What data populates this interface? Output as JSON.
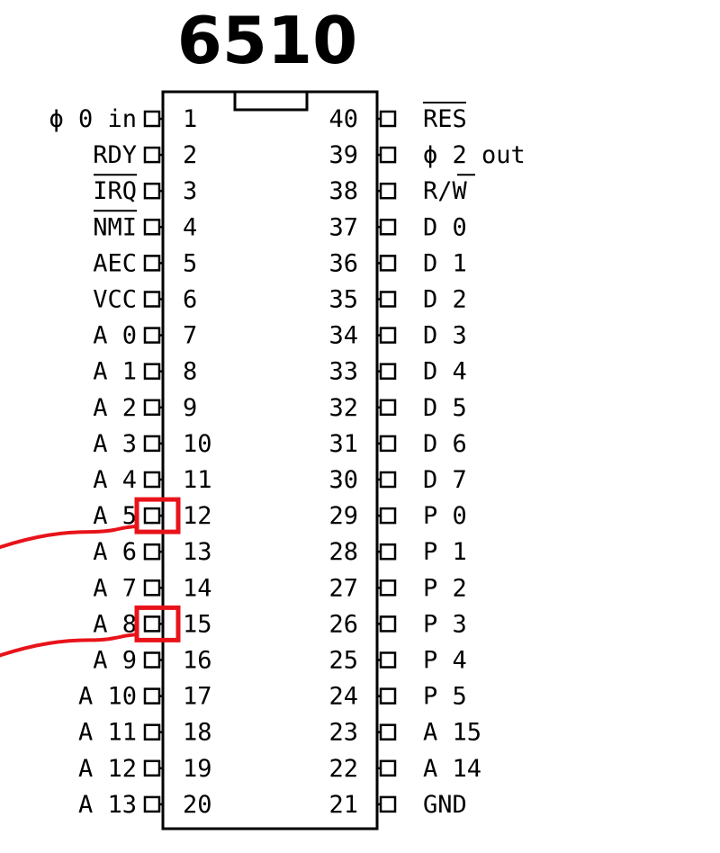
{
  "chip": {
    "title": "6510",
    "left_pins": [
      {
        "number": "1",
        "label": "ϕ 0 in",
        "overbar": false
      },
      {
        "number": "2",
        "label": "RDY",
        "overbar": false
      },
      {
        "number": "3",
        "label": "IRQ",
        "overbar": true
      },
      {
        "number": "4",
        "label": "NMI",
        "overbar": true
      },
      {
        "number": "5",
        "label": "AEC",
        "overbar": false
      },
      {
        "number": "6",
        "label": "VCC",
        "overbar": false
      },
      {
        "number": "7",
        "label": "A 0",
        "overbar": false
      },
      {
        "number": "8",
        "label": "A 1",
        "overbar": false
      },
      {
        "number": "9",
        "label": "A 2",
        "overbar": false
      },
      {
        "number": "10",
        "label": "A 3",
        "overbar": false
      },
      {
        "number": "11",
        "label": "A 4",
        "overbar": false
      },
      {
        "number": "12",
        "label": "A 5",
        "overbar": false
      },
      {
        "number": "13",
        "label": "A 6",
        "overbar": false
      },
      {
        "number": "14",
        "label": "A 7",
        "overbar": false
      },
      {
        "number": "15",
        "label": "A 8",
        "overbar": false
      },
      {
        "number": "16",
        "label": "A 9",
        "overbar": false
      },
      {
        "number": "17",
        "label": "A 10",
        "overbar": false
      },
      {
        "number": "18",
        "label": "A 11",
        "overbar": false
      },
      {
        "number": "19",
        "label": "A 12",
        "overbar": false
      },
      {
        "number": "20",
        "label": "A 13",
        "overbar": false
      }
    ],
    "right_pins": [
      {
        "number": "40",
        "label": "RES",
        "overbar": true
      },
      {
        "number": "39",
        "label": "ϕ 2 out",
        "overbar": false
      },
      {
        "number": "38",
        "label": "R/W",
        "overbar": false
      },
      {
        "number": "37",
        "label": "D 0",
        "overbar": false
      },
      {
        "number": "36",
        "label": "D 1",
        "overbar": false
      },
      {
        "number": "35",
        "label": "D 2",
        "overbar": false
      },
      {
        "number": "34",
        "label": "D 3",
        "overbar": false
      },
      {
        "number": "33",
        "label": "D 4",
        "overbar": false
      },
      {
        "number": "32",
        "label": "D 5",
        "overbar": false
      },
      {
        "number": "31",
        "label": "D 6",
        "overbar": false
      },
      {
        "number": "30",
        "label": "D 7",
        "overbar": false
      },
      {
        "number": "29",
        "label": "P 0",
        "overbar": false
      },
      {
        "number": "28",
        "label": "P 1",
        "overbar": false
      },
      {
        "number": "27",
        "label": "P 2",
        "overbar": false
      },
      {
        "number": "26",
        "label": "P 3",
        "overbar": false
      },
      {
        "number": "25",
        "label": "P 4",
        "overbar": false
      },
      {
        "number": "24",
        "label": "P 5",
        "overbar": false
      },
      {
        "number": "23",
        "label": "A 15",
        "overbar": false
      },
      {
        "number": "22",
        "label": "A 14",
        "overbar": false
      },
      {
        "number": "21",
        "label": "GND",
        "overbar": false
      }
    ]
  },
  "highlighted_pins": [
    "12",
    "15"
  ],
  "colors": {
    "ink": "#000000",
    "highlight": "#e8131a",
    "background": "#ffffff"
  }
}
